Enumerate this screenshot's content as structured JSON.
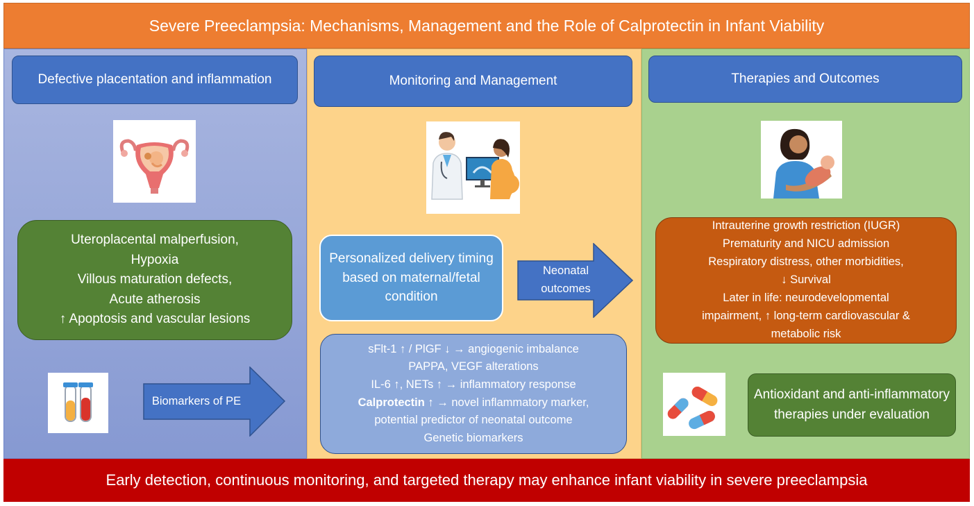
{
  "title": "Severe Preeclampsia: Mechanisms, Management and the Role of Calprotectin in Infant Viability",
  "footer": "Early detection, continuous monitoring, and targeted therapy may enhance infant viability in severe preeclampsia",
  "col1": {
    "header": "Defective placentation and inflammation",
    "icon": "uterus-icon",
    "findings": [
      "Uteroplacental malperfusion,",
      "Hypoxia",
      "Villous maturation defects,",
      "Acute atherosis",
      "↑ Apoptosis and vascular lesions"
    ],
    "arrow_label": "Biomarkers of PE",
    "icon2": "blood-tubes-icon"
  },
  "col2": {
    "header": "Monitoring and Management",
    "icon": "doctor-ultrasound-icon",
    "delivery": "Personalized delivery timing based on maternal/fetal condition",
    "arrow_label": "Neonatal outcomes",
    "biomarkers": {
      "line1": "sFlt-1 ↑ / PlGF ↓ → angiogenic imbalance",
      "line2": "PAPPA, VEGF alterations",
      "line3": "IL-6 ↑, NETs ↑ → inflammatory response",
      "line4_bold": "Calprotectin",
      "line4_rest": " ↑ → novel inflammatory marker,",
      "line5": "potential predictor of neonatal outcome",
      "line6": "Genetic biomarkers"
    }
  },
  "col3": {
    "header": "Therapies and Outcomes",
    "icon": "mother-infant-icon",
    "outcomes": [
      "Intrauterine growth restriction (IUGR)",
      "Prematurity and NICU admission",
      "Respiratory distress, other morbidities,",
      "↓ Survival",
      "Later in life: neurodevelopmental",
      "impairment, ↑ long-term cardiovascular &",
      "metabolic risk"
    ],
    "icon2": "pills-icon",
    "therapy": "Antioxidant and anti-inflammatory therapies under evaluation"
  },
  "colors": {
    "title": "#ed7d31",
    "footer": "#c00000",
    "header_box": "#4472c4",
    "col1_bg": "#a9b6e0",
    "col2_bg": "#fdd38a",
    "col3_bg": "#a9d18e",
    "green_box": "#548235",
    "orange_box": "#c55a11",
    "arrow": "#4472c4"
  }
}
